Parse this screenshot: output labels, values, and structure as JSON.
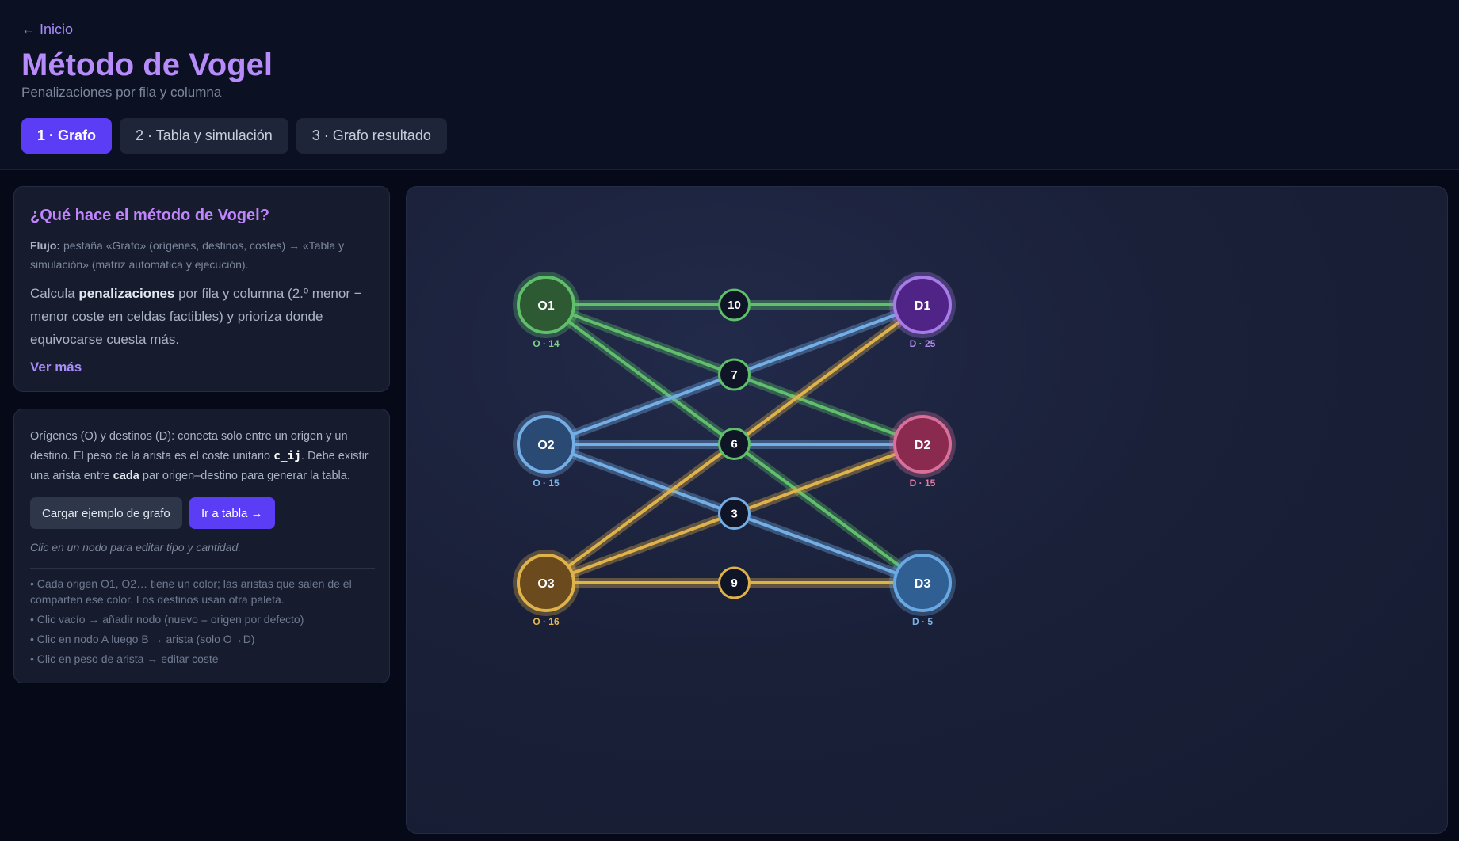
{
  "header": {
    "back_label": "← Inicio",
    "title": "Método de Vogel",
    "subtitle": "Penalizaciones por fila y columna",
    "tabs": [
      {
        "label": "1 · Grafo",
        "active": true
      },
      {
        "label": "2 · Tabla y simulación",
        "active": false
      },
      {
        "label": "3 · Grafo resultado",
        "active": false
      }
    ]
  },
  "about": {
    "heading": "¿Qué hace el método de Vogel?",
    "flow_label": "Flujo:",
    "flow_text": " pestaña «Grafo» (orígenes, destinos, costes) → «Tabla y simulación» (matriz automática y ejecución).",
    "desc_1": "Calcula ",
    "desc_bold": "penalizaciones",
    "desc_2": " por fila y columna (2.º menor − menor coste en celdas factibles) y prioriza donde equivocarse cuesta más.",
    "more_label": "Ver más"
  },
  "editor": {
    "info_1": "Orígenes (O) y destinos (D): conecta solo entre un origen y un destino. El peso de la arista es el coste unitario ",
    "info_code": "c_ij",
    "info_2": ". Debe existir una arista entre ",
    "info_bold": "cada",
    "info_3": " par origen–destino para generar la tabla.",
    "load_button": "Cargar ejemplo de grafo",
    "go_button": "Ir a tabla →",
    "hint": "Clic en un nodo para editar tipo y cantidad.",
    "bullets": [
      "• Cada origen O1, O2… tiene un color; las aristas que salen de él comparten ese color. Los destinos usan otra paleta.",
      "• Clic vacío → añadir nodo (nuevo = origen por defecto)",
      "• Clic en nodo A luego B → arista (solo O→D)",
      "• Clic en peso de arista → editar coste"
    ]
  },
  "graph": {
    "origins": [
      {
        "id": "O1",
        "label": "O · 14",
        "fill": "#2d5a32",
        "stroke": "#5fbf6a",
        "text": "#7fcf88"
      },
      {
        "id": "O2",
        "label": "O · 15",
        "fill": "#2b4a73",
        "stroke": "#74aee6",
        "text": "#7fb6e8"
      },
      {
        "id": "O3",
        "label": "O · 16",
        "fill": "#6b4a1d",
        "stroke": "#e0b24a",
        "text": "#e8b84e"
      }
    ],
    "destinations": [
      {
        "id": "D1",
        "label": "D · 25",
        "fill": "#4f2486",
        "stroke": "#a77be8",
        "text": "#b48af0"
      },
      {
        "id": "D2",
        "label": "D · 15",
        "fill": "#8a2a4e",
        "stroke": "#d9709a",
        "text": "#e27aa5"
      },
      {
        "id": "D3",
        "label": "D · 5",
        "fill": "#2f5f93",
        "stroke": "#6aa8e3",
        "text": "#7ab3e8"
      }
    ],
    "edges": [
      {
        "from": 0,
        "to": 0,
        "cost": "10"
      },
      {
        "from": 0,
        "to": 1,
        "cost": "7"
      },
      {
        "from": 0,
        "to": 2,
        "cost": "6"
      },
      {
        "from": 1,
        "to": 0,
        "cost": "7"
      },
      {
        "from": 1,
        "to": 1,
        "cost": "6"
      },
      {
        "from": 1,
        "to": 2,
        "cost": "3"
      },
      {
        "from": 2,
        "to": 0,
        "cost": "6"
      },
      {
        "from": 2,
        "to": 1,
        "cost": "3"
      },
      {
        "from": 2,
        "to": 2,
        "cost": "9"
      }
    ]
  }
}
